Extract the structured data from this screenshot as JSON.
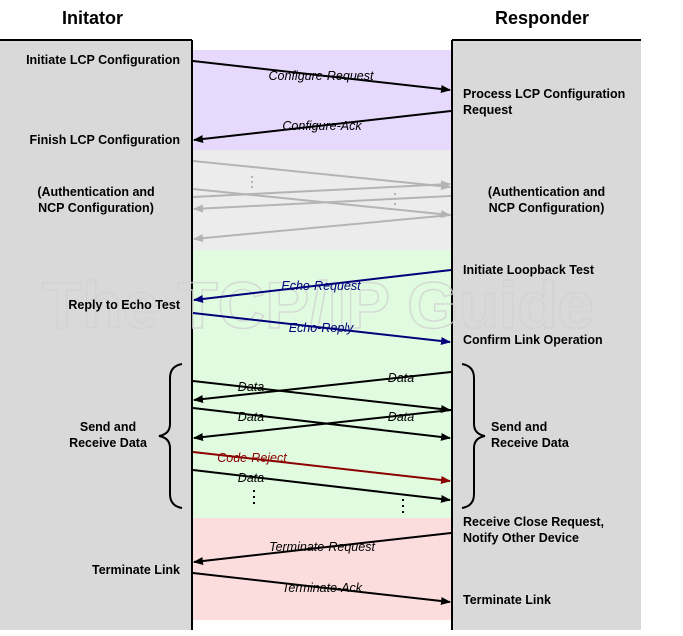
{
  "headers": {
    "initiator": "Initator",
    "responder": "Responder"
  },
  "watermark": "The TCP/IP Guide",
  "colors": {
    "column": "#d9d9d9",
    "band_lcp": "#e6d9fb",
    "band_auth": "#ececec",
    "band_data": "#e0fbe0",
    "band_term": "#fbdddd",
    "arrow_black": "#000000",
    "arrow_gray": "#b4b4b4",
    "arrow_blue": "#00007a",
    "arrow_red": "#8b0000"
  },
  "initiator_labels": {
    "initiate_lcp": "Initiate LCP Configuration",
    "finish_lcp": "Finish LCP Configuration",
    "auth_ncp_1": "(Authentication and",
    "auth_ncp_2": "NCP Configuration)",
    "reply_echo": "Reply to Echo Test",
    "send_recv_1": "Send and",
    "send_recv_2": "Receive Data",
    "terminate_link": "Terminate Link"
  },
  "responder_labels": {
    "process_lcp_1": "Process LCP Configuration",
    "process_lcp_2": "Request",
    "auth_ncp_1": "(Authentication and",
    "auth_ncp_2": "NCP Configuration)",
    "initiate_loopback": "Initiate Loopback Test",
    "confirm_link": "Confirm Link Operation",
    "send_recv_1": "Send and",
    "send_recv_2": "Receive Data",
    "recv_close_1": "Receive Close Request,",
    "recv_close_2": "Notify Other Device",
    "terminate_link": "Terminate Link"
  },
  "messages": {
    "configure_request": "Configure-Request",
    "configure_ack": "Configure-Ack",
    "echo_request": "Echo-Request",
    "echo_reply": "Echo-Reply",
    "data": "Data",
    "code_reject": "Code-Reject",
    "terminate_request": "Terminate-Request",
    "terminate_ack": "Terminate-Ack"
  }
}
